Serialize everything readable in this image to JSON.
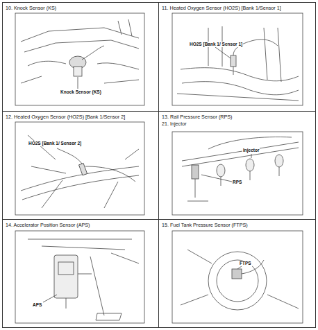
{
  "diagram": {
    "nodes": [
      {
        "text": [
          "10. Knock Sensor (KS)"
        ]
      },
      {
        "text": [
          "11. Heated Oxygen Sensor (HO2S) [Bank 1/Sensor 1]"
        ]
      },
      {
        "text": [
          "12. Heated Oxygen Sensor (HO2S) [Bank 1/Sensor 2]"
        ]
      },
      {
        "text": [
          "13. Rail Pressure Sensor (RPS)",
          "21. Injector"
        ]
      },
      {
        "text": [
          "14. Accelerator Position Sensor (APS)"
        ]
      },
      {
        "text": [
          "15. Fuel Tank Pressure Sensor (FTPS)"
        ]
      }
    ],
    "edges": [],
    "labels": [
      "Knock Sensor (KS)",
      "HO2S [Bank 1/ Sensor 1]",
      "HO2S [Bank 1/ Sensor 2]",
      "Injector",
      "RPS",
      "APS",
      "FTPS"
    ]
  }
}
